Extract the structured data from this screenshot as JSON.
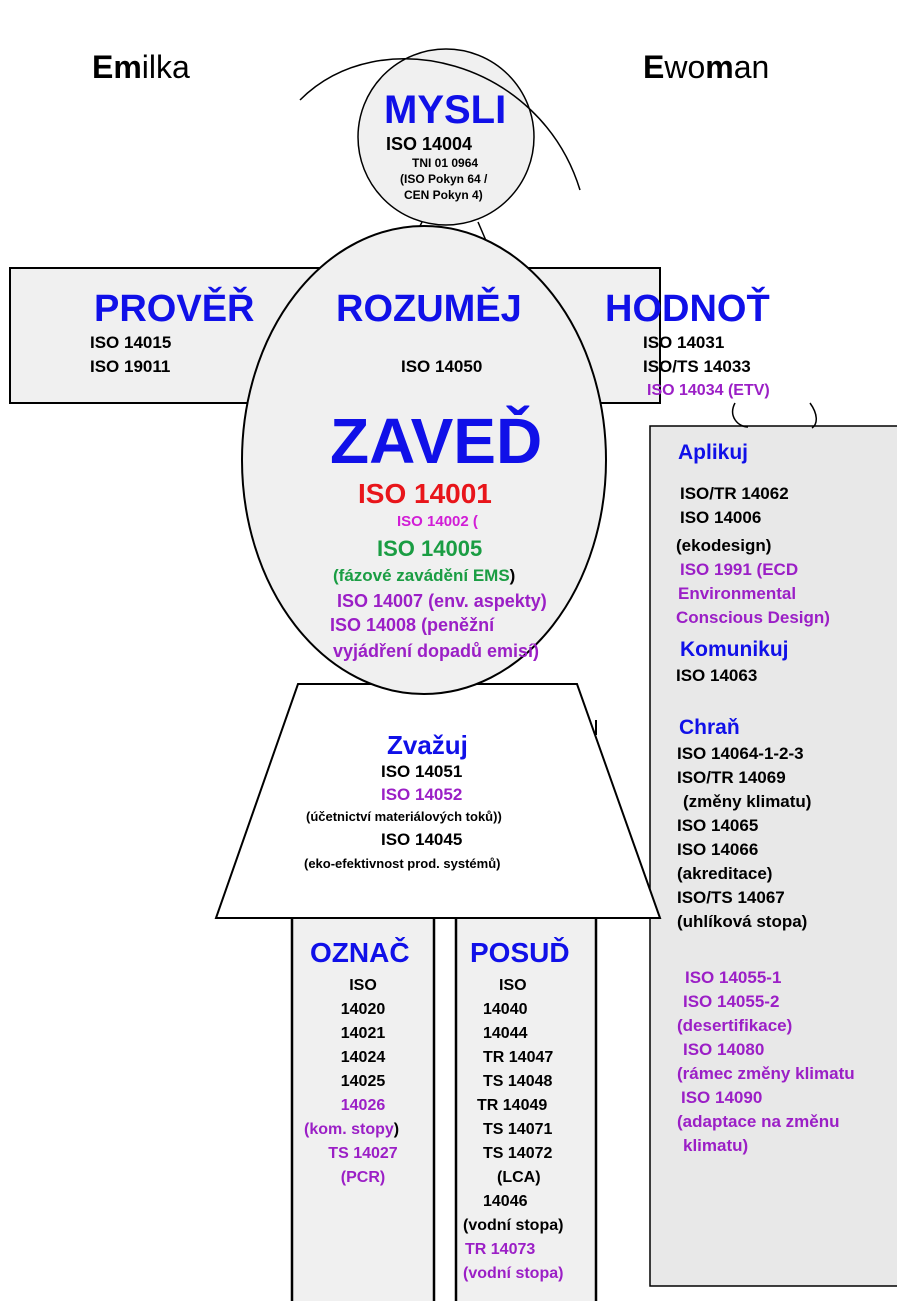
{
  "colors": {
    "blue": "#1010e8",
    "black": "#000000",
    "red": "#e8151a",
    "magenta": "#d11dd6",
    "purple": "#9b1fc6",
    "green": "#1a9d43",
    "panel": "#f0f0f0"
  },
  "names": {
    "left": {
      "bold": "Em",
      "rest": "ilka"
    },
    "right": {
      "bold1": "E",
      "mid": "wo",
      "bold2": "m",
      "rest": "an"
    }
  },
  "head": {
    "title": "MYSLI",
    "lines": [
      "ISO 14004",
      "TNI 01 0964",
      "(ISO Pokyn 64 /",
      "CEN Pokyn 4)"
    ]
  },
  "arms": {
    "left": {
      "title": "PROVĚŘ",
      "lines": [
        "ISO 14015",
        "ISO 19011"
      ]
    },
    "center": {
      "title": "ROZUMĚJ",
      "lines": [
        "ISO 14050"
      ]
    },
    "right": {
      "title": "HODNOŤ",
      "lines": [
        "ISO 14031",
        "ISO/TS 14033",
        "ISO 14034 (ETV)"
      ]
    }
  },
  "body": {
    "title": "ZAVEĎ",
    "main": "ISO 14001",
    "lines": [
      "ISO 14002 (",
      "ISO 14005",
      "(fázové zavádění EMS",
      ")",
      "ISO 14007 (env. aspekty)",
      "ISO 14008 (peněžní",
      "vyjádření dopadů emisí)"
    ]
  },
  "skirt": {
    "title": "Zvažuj",
    "lines": [
      "ISO 14051",
      "ISO 14052",
      "(účetnictví materiálových toků))",
      "ISO 14045",
      "(eko-efektivnost prod. systémů)"
    ]
  },
  "legs": {
    "left": {
      "title": "OZNAČ",
      "lines": [
        "ISO",
        "14020",
        "14021",
        "14024",
        "14025",
        "14026",
        "(kom. stopy",
        ")",
        "TS 14027",
        "(PCR)"
      ]
    },
    "right": {
      "title": "POSUĎ",
      "lines": [
        "ISO",
        "14040",
        "14044",
        "TR 14047",
        "TS 14048",
        "TR 14049",
        "TS 14071",
        "TS 14072",
        "(LCA)",
        "14046",
        "(vodní stopa)",
        "TR 14073",
        "(vodní stopa)"
      ]
    }
  },
  "panel": {
    "s1": {
      "title": "Aplikuj",
      "lines": [
        "ISO/TR 14062",
        "ISO 14006",
        "(ekodesign)",
        "ISO 1991 (ECD",
        "Environmental",
        "Conscious Design)"
      ]
    },
    "s2": {
      "title": "Komunikuj",
      "lines": [
        "ISO 14063"
      ]
    },
    "s3": {
      "title": "Chraň",
      "lines": [
        "ISO 14064-1-2-3",
        "ISO/TR 14069",
        "(změny klimatu)",
        "ISO 14065",
        "ISO 14066",
        "(akreditace)",
        "ISO/TS 14067",
        "(uhlíková stopa)"
      ]
    },
    "s4": {
      "lines": [
        "ISO 14055-1",
        "ISO 14055-2",
        "(desertifikace)",
        "ISO 14080",
        "(rámec změny klimatu",
        "ISO 14090",
        "(adaptace na změnu",
        "klimatu)"
      ]
    }
  }
}
